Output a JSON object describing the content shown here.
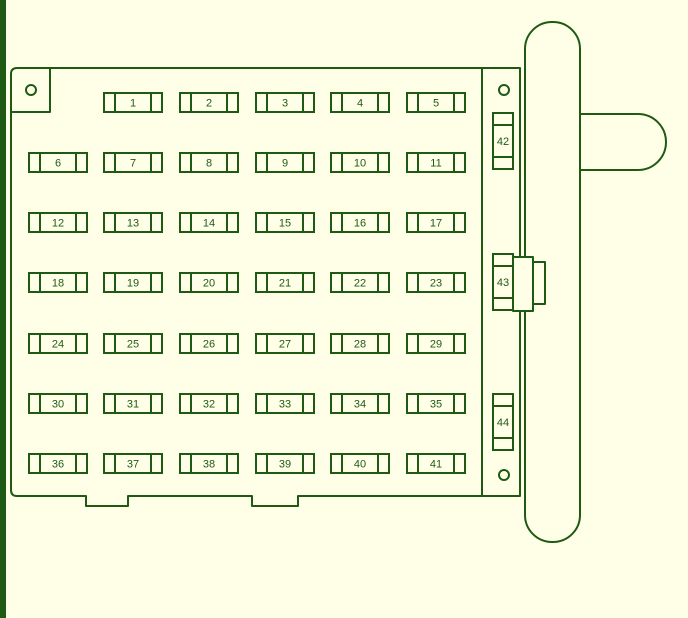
{
  "colors": {
    "background": "#FFFFE8",
    "line": "#1E5A14",
    "left_edge": "#1E5A14"
  },
  "fuse_panel": {
    "grid_fuses": [
      "1",
      "2",
      "3",
      "4",
      "5",
      "6",
      "7",
      "8",
      "9",
      "10",
      "11",
      "12",
      "13",
      "14",
      "15",
      "16",
      "17",
      "18",
      "19",
      "20",
      "21",
      "22",
      "23",
      "24",
      "25",
      "26",
      "27",
      "28",
      "29",
      "30",
      "31",
      "32",
      "33",
      "34",
      "35",
      "36",
      "37",
      "38",
      "39",
      "40",
      "41"
    ],
    "side_fuses": [
      "42",
      "43",
      "44"
    ]
  }
}
